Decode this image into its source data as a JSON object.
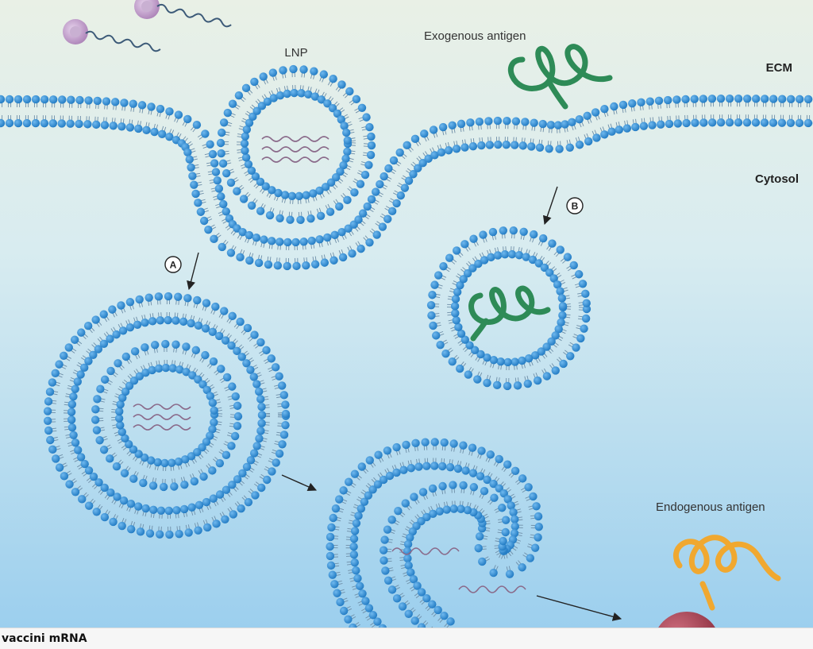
{
  "labels": {
    "lnp": "LNP",
    "exogenous": "Exogenous antigen",
    "ecm": "ECM",
    "cytosol": "Cytosol",
    "endogenous": "Endogenous antigen",
    "step_a": "A",
    "step_b": "B"
  },
  "caption": "vaccini mRNA",
  "colors": {
    "lipid_head": "#2f8fd8",
    "lipid_head_dark": "#1d6fb5",
    "tail": "#6f8fa8",
    "bg_top": "#e8efe4",
    "bg_bottom": "#9fd0ef",
    "exogenous_antigen": "#2e8b57",
    "endogenous_antigen": "#f0a830",
    "mrna": "#8a6a8a",
    "ribosome": "#b24a5a"
  }
}
